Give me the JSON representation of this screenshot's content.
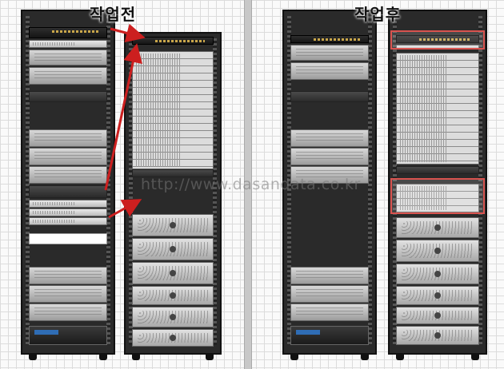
{
  "panels": {
    "before": {
      "title": "작업전"
    },
    "after": {
      "title": "작업후"
    }
  },
  "watermark": "http://www.dasandata.co.kr",
  "colors": {
    "arrow": "#cc1f1f",
    "highlight": "#d9534f",
    "rack_frame": "#2a2a2a"
  }
}
